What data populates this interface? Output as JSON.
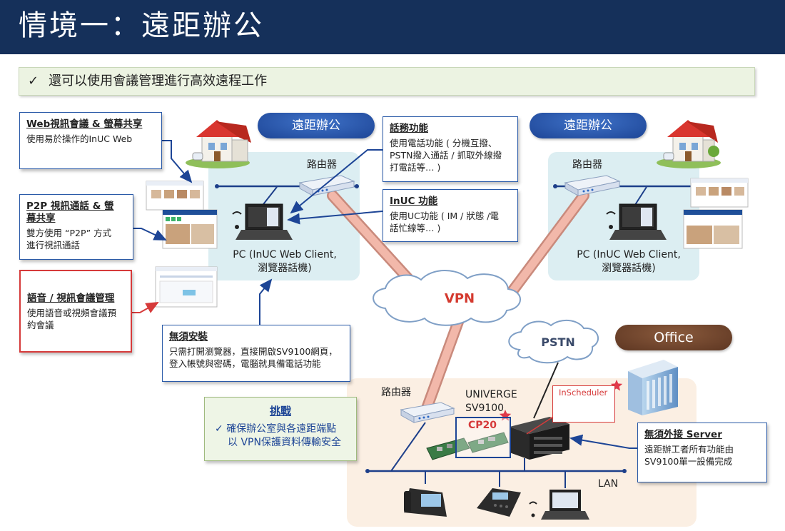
{
  "header": {
    "title": "情境一：遠距辦公"
  },
  "subtitle": {
    "check": "✓",
    "text": "還可以使用會議管理進行高效遠程工作"
  },
  "left_zone": {
    "pill": "遠距辦公",
    "router_label": "路由器",
    "pc_label_line1": "PC (InUC Web Client,",
    "pc_label_line2": "瀏覽器話機)"
  },
  "right_zone": {
    "pill": "遠距辦公",
    "router_label": "路由器",
    "pc_label_line1": "PC (InUC Web Client,",
    "pc_label_line2": "瀏覽器話機)"
  },
  "cards": {
    "web": {
      "title": "Web視訊會議 & 螢幕共享",
      "line1": "使用易於操作的InUC Web"
    },
    "p2p": {
      "title_line1": "P2P 視訊通話 & 螢",
      "title_line2": "幕共享",
      "line1": "雙方使用 “P2P” 方式",
      "line2": "進行視訊通話"
    },
    "voice": {
      "title": "語音 / 視訊會議管理",
      "line1": "使用語音或視頻會議預",
      "line2": "約會議"
    },
    "install": {
      "title": "無須安裝",
      "line1": "只需打開瀏覽器，直接開啟SV9100網頁，",
      "line2": "登入帳號與密碼，電腦就具備電話功能"
    },
    "telephony": {
      "title": "話務功能",
      "line1": "使用電話功能 ( 分機互撥、",
      "line2": "PSTN撥入通話 / 抓取外線撥",
      "line3": "打電話等… )"
    },
    "inuc": {
      "title": "InUC 功能",
      "line1": "使用UC功能 ( IM / 狀態 /電",
      "line2": "話忙線等… )"
    },
    "server": {
      "title": "無須外接 Server",
      "line1": "遠距辦工者所有功能由",
      "line2": "SV9100單一設備完成"
    }
  },
  "challenge": {
    "title": "挑戰",
    "check": "✓",
    "line1": "確保辦公室與各遠距端點",
    "line2": "以 VPN保護資料傳輸安全"
  },
  "network": {
    "vpn": "VPN",
    "pstn": "PSTN"
  },
  "office": {
    "pill": "Office",
    "router_label": "路由器",
    "univerge_line1": "UNIVERGE",
    "univerge_line2": "SV9100",
    "cp20": "CP20",
    "inscheduler": "InScheduler",
    "lan": "LAN"
  },
  "colors": {
    "header": "#15305a",
    "accent_blue": "#1d4596",
    "vpn_tunnel": "#e9a79a",
    "vpn_text": "#d43a2f",
    "star": "#e0394a"
  }
}
